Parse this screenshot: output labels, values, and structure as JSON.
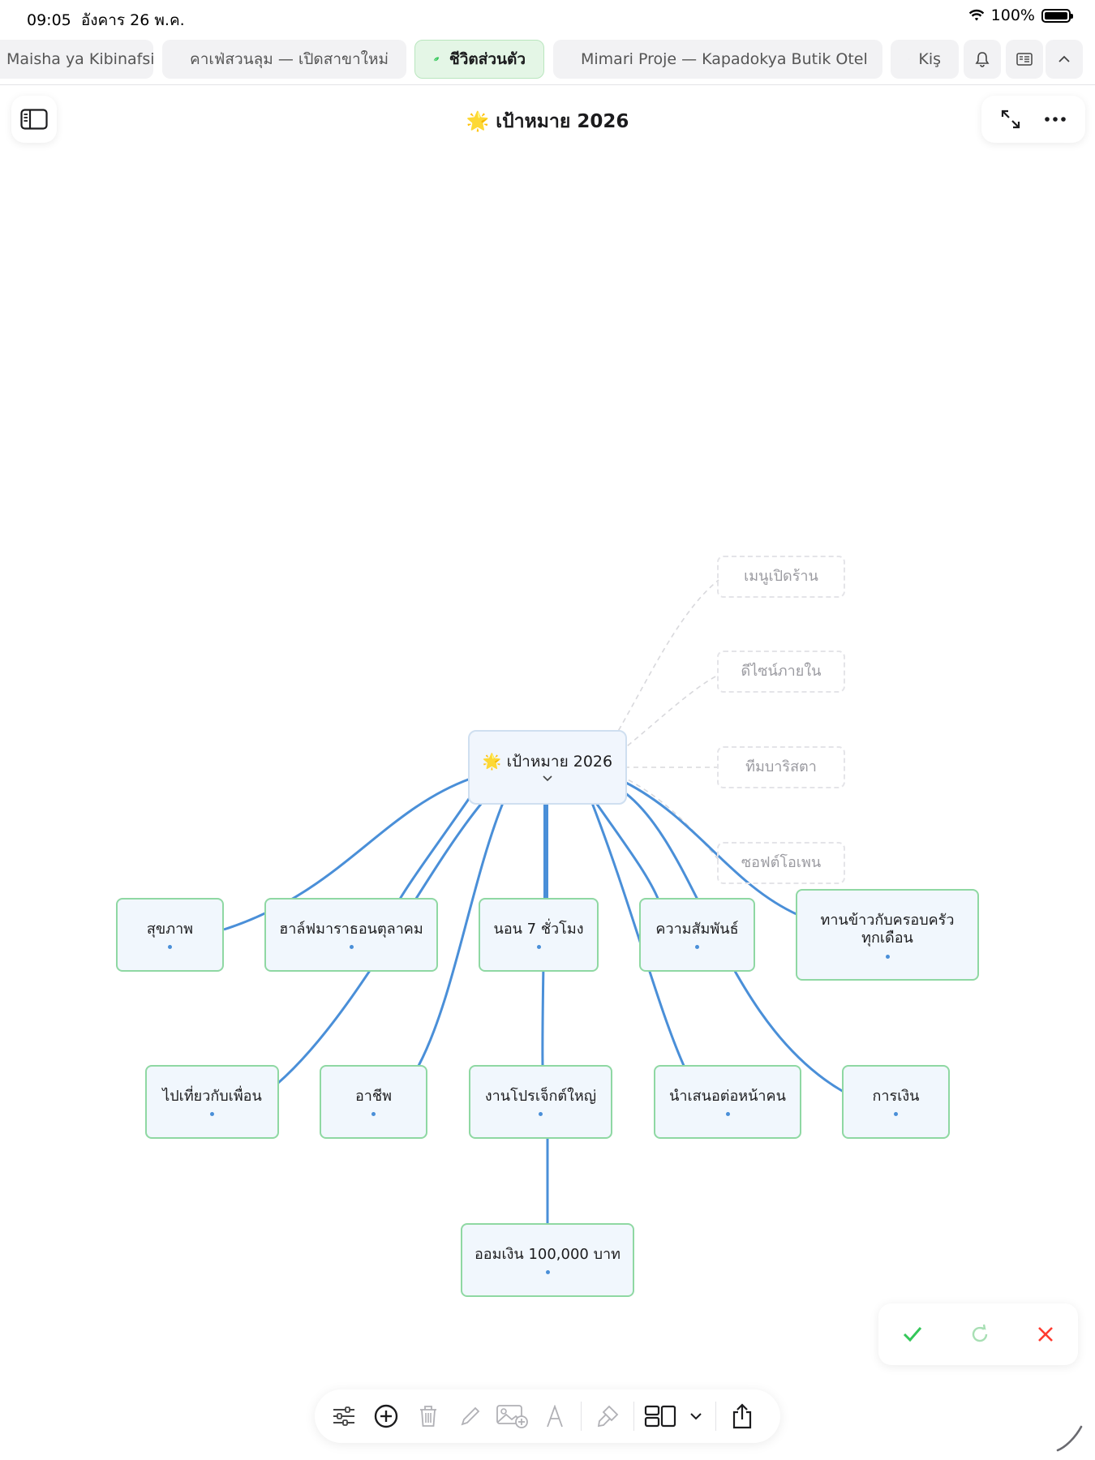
{
  "status": {
    "time": "09:05",
    "date": "อังคาร 26 พ.ค.",
    "battery": "100%"
  },
  "tabs": [
    {
      "label": "Maisha ya Kibinafsi",
      "icon": "none"
    },
    {
      "label": "คาเฟ่สวนลุม — เปิดสาขาใหม่",
      "icon": "coffee-cup-icon"
    },
    {
      "label": "ชีวิตส่วนตัว",
      "icon": "leaf-icon",
      "active": true
    },
    {
      "label": "Mimari Proje — Kapadokya Butik Otel",
      "icon": "building-icon"
    },
    {
      "label": "Kiş",
      "icon": "coffee-cup-icon"
    }
  ],
  "header": {
    "title_emoji": "🌟",
    "title": "เป้าหมาย 2026"
  },
  "mindmap": {
    "root": "เป้าหมาย 2026",
    "ghost_nodes": [
      "เมนูเปิดร้าน",
      "ดีไซน์ภายใน",
      "ทีมบาริสตา",
      "ซอฟต์โอเพน"
    ],
    "row1": [
      "สุขภาพ",
      "ฮาล์ฟมาราธอนตุลาคม",
      "นอน 7 ชั่วโมง",
      "ความสัมพันธ์",
      "ทานข้าวกับครอบครัว ทุกเดือน"
    ],
    "row2": [
      "ไปเที่ยวกับเพื่อน",
      "อาชีพ",
      "งานโปรเจ็กต์ใหญ่",
      "นำเสนอต่อหน้าคน",
      "การเงิน"
    ],
    "row3": [
      "ออมเงิน 100,000 บาท"
    ]
  },
  "colors": {
    "accent_green": "#34c759",
    "link_blue": "#4a8fd8",
    "node_border": "#8fd8a3",
    "cancel_red": "#ff3b30"
  }
}
